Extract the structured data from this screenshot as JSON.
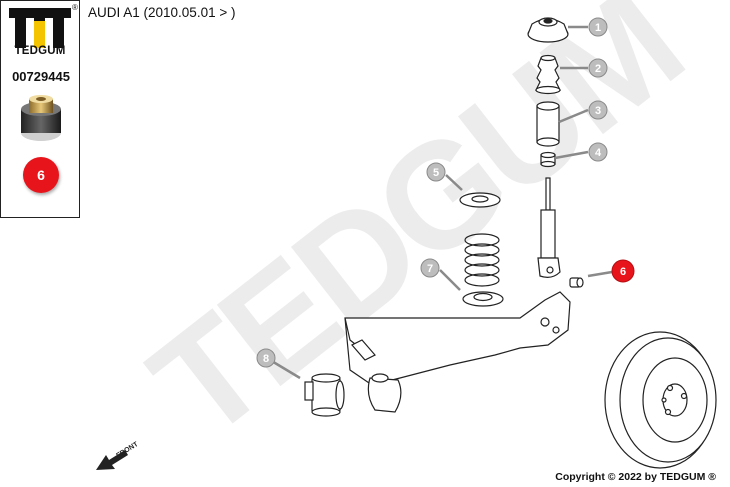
{
  "header": {
    "vehicle": "AUDI A1 (2010.05.01 > )"
  },
  "sidebar": {
    "brand": "TEDGUM",
    "registered": "®",
    "part_number": "00729445",
    "highlight_number": "6"
  },
  "callouts": [
    "1",
    "2",
    "3",
    "4",
    "5",
    "6",
    "7",
    "8"
  ],
  "watermark": "TEDGUM",
  "front_label": "FRONT",
  "footer": {
    "copyright": "Copyright © 2022 by TEDGUM ®"
  },
  "colors": {
    "highlight": "#e8141b",
    "callout_grey": "#b8b8b8",
    "line": "#222222"
  }
}
